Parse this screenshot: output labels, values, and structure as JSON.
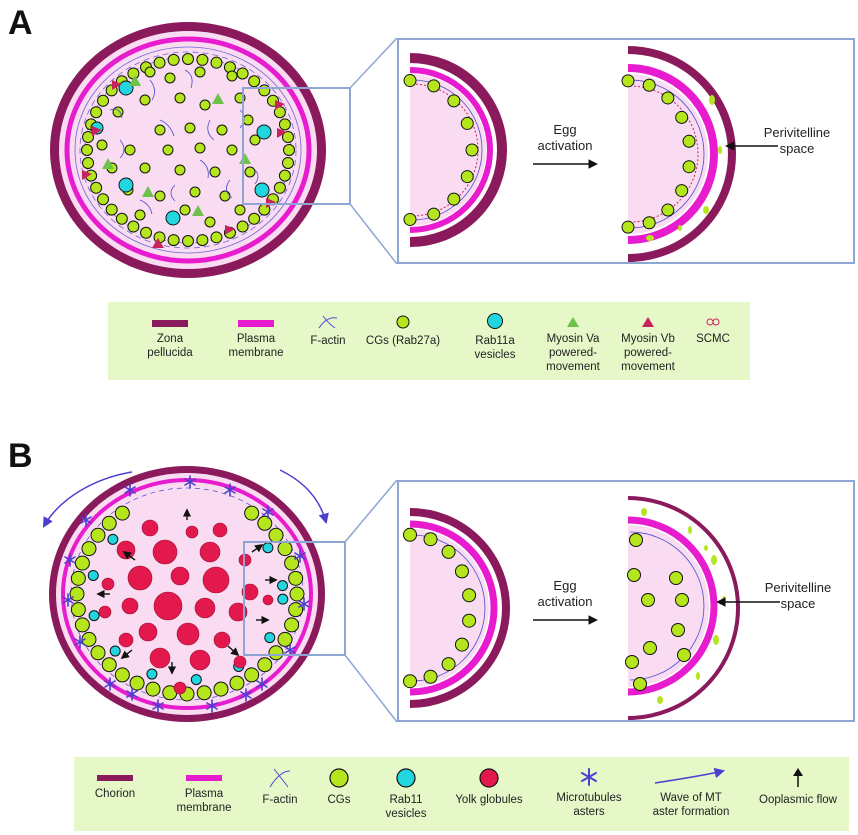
{
  "panel_a": {
    "letter": "A",
    "egg_activation": "Egg\nactivation",
    "perivitelline": "Perivitelline\nspace",
    "legend": [
      {
        "icon": "zona-pellucida-bar",
        "label": "Zona\npellucida"
      },
      {
        "icon": "plasma-membrane-bar",
        "label": "Plasma\nmembrane"
      },
      {
        "icon": "f-actin-glyph",
        "label": "F-actin"
      },
      {
        "icon": "cg-circle",
        "label": "CGs (Rab27a)"
      },
      {
        "icon": "rab11a-vesicle-circle",
        "label": "Rab11a\nvesicles"
      },
      {
        "icon": "green-triangle",
        "label": "Myosin Va\npowered-\nmovement"
      },
      {
        "icon": "red-triangle",
        "label": "Myosin Vb\npowered-\nmovement"
      },
      {
        "icon": "scmc-glyph",
        "label": "SCMC"
      }
    ]
  },
  "panel_b": {
    "letter": "B",
    "egg_activation": "Egg\nactivation",
    "perivitelline": "Perivitelline\nspace",
    "legend": [
      {
        "icon": "chorion-bar",
        "label": "Chorion"
      },
      {
        "icon": "plasma-membrane-bar",
        "label": "Plasma\nmembrane"
      },
      {
        "icon": "f-actin-glyph",
        "label": "F-actin"
      },
      {
        "icon": "cg-circle",
        "label": "CGs"
      },
      {
        "icon": "rab11-vesicle-circle",
        "label": "Rab11\nvesicles"
      },
      {
        "icon": "yolk-globule-circle",
        "label": "Yolk globules"
      },
      {
        "icon": "microtubule-aster-glyph",
        "label": "Microtubules\nasters"
      },
      {
        "icon": "wave-arrow",
        "label": "Wave of MT\naster formation"
      },
      {
        "icon": "up-arrow",
        "label": "Ooplasmic flow"
      }
    ]
  },
  "colors": {
    "zona": "#8b1a5c",
    "membrane": "#e81ccf",
    "cytoplasm": "#f9dcf1",
    "cg_fill": "#b5e61d",
    "rab_fill": "#22d6e0",
    "yolk": "#e3194e",
    "actin": "#4b4bd1",
    "aster": "#4a3fd0",
    "triangle_green": "#6cc24a",
    "triangle_red": "#c7245e",
    "legend_bg": "#e6f8c8",
    "box_border": "#8ea6d4"
  }
}
